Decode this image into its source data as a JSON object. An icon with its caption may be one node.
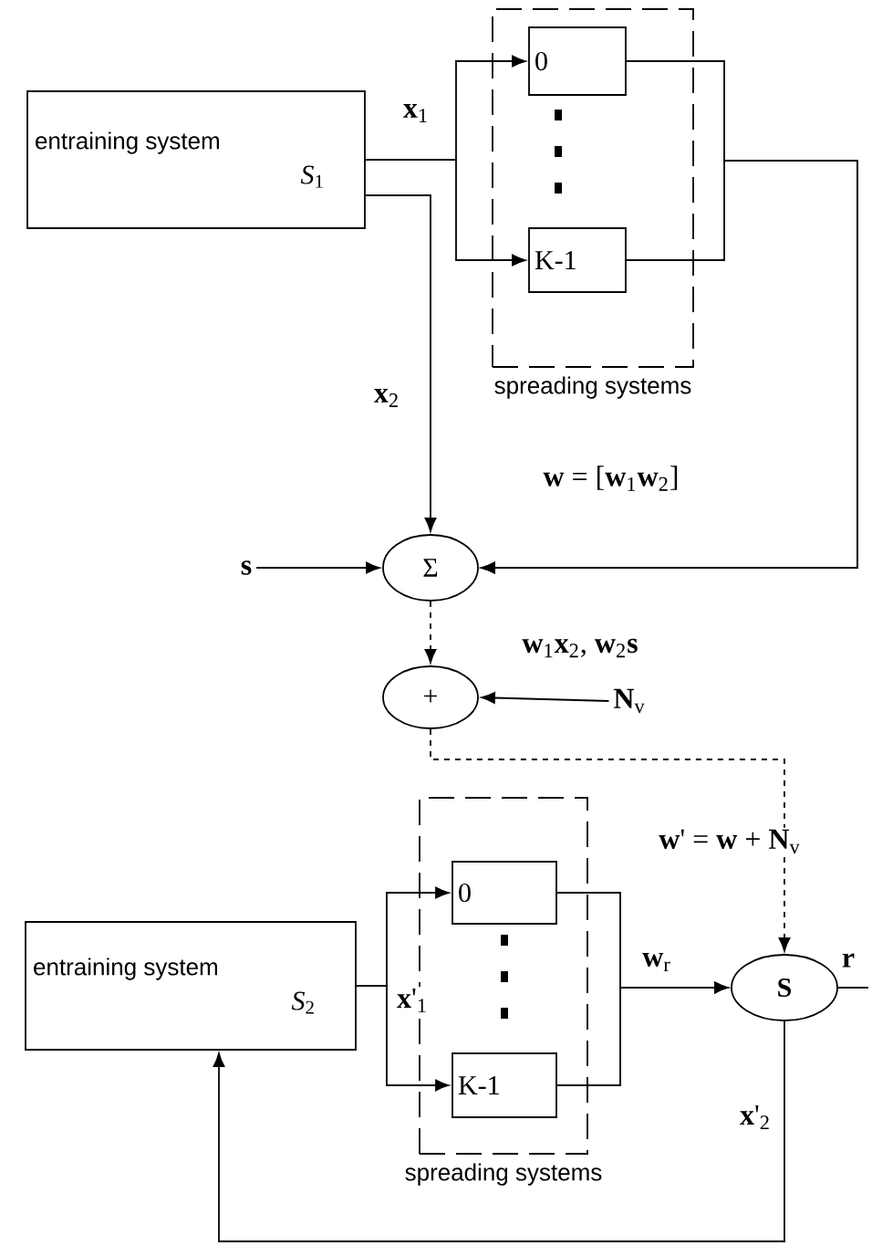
{
  "diagram": {
    "nodes": [
      {
        "text": [
          "entraining system",
          "*S*$_{1}$"
        ]
      },
      {
        "text": [
          "spreading systems"
        ]
      },
      {
        "text": [
          "0"
        ],
        "in": 1
      },
      {
        "text": [
          "K-1"
        ],
        "in": 1
      },
      {
        "text": [
          "**s**"
        ]
      },
      {
        "text": [
          "Σ"
        ]
      },
      {
        "text": [
          "+"
        ]
      },
      {
        "text": [
          "**N**$_{v}$"
        ]
      },
      {
        "text": [
          "spreading systems"
        ]
      },
      {
        "text": [
          "0"
        ],
        "in": 8
      },
      {
        "text": [
          "K-1"
        ],
        "in": 8
      },
      {
        "text": [
          "entraining system",
          "*S*$_{2}$"
        ]
      },
      {
        "text": [
          "**S**"
        ]
      }
    ],
    "edges": [
      {
        "from": 0,
        "to": 2,
        "arrow": "to",
        "label": "**x**$_{1}$"
      },
      {
        "from": 0,
        "to": 3,
        "arrow": "to"
      },
      {
        "from": 0,
        "to": 5,
        "arrow": "to",
        "label": "**x**$_{2}$"
      },
      {
        "from": 2,
        "to": 5,
        "arrow": "to",
        "label": "**w** = [**w**$_{1}$**w**$_{2}$]"
      },
      {
        "from": 3,
        "to": 5,
        "arrow": "to"
      },
      {
        "from": 4,
        "to": 5,
        "arrow": "to"
      },
      {
        "from": 5,
        "to": 6,
        "arrow": "to",
        "style": "dashed",
        "label": "**w**$_{1}$**x**$_{2}$, **w**$_{2}$**s**"
      },
      {
        "from": 7,
        "to": 6,
        "arrow": "to"
      },
      {
        "from": 6,
        "to": 12,
        "arrow": "to",
        "style": "dashed",
        "label": "**w**' = **w** + **N**$_{v}$"
      },
      {
        "from": 11,
        "to": 9,
        "arrow": "to",
        "label": "**x**'$_{1}$"
      },
      {
        "from": 11,
        "to": 10,
        "arrow": "to"
      },
      {
        "from": 9,
        "to": 12,
        "arrow": "to",
        "label": "**w**$_{r}$"
      },
      {
        "from": 10,
        "to": 12,
        "arrow": "to"
      },
      {
        "from": 12,
        "to": 11,
        "arrow": "to",
        "label": "**x**'$_{2}$"
      },
      {
        "from": 12,
        "to": null,
        "arrow": "none",
        "label": "**r**"
      }
    ]
  }
}
